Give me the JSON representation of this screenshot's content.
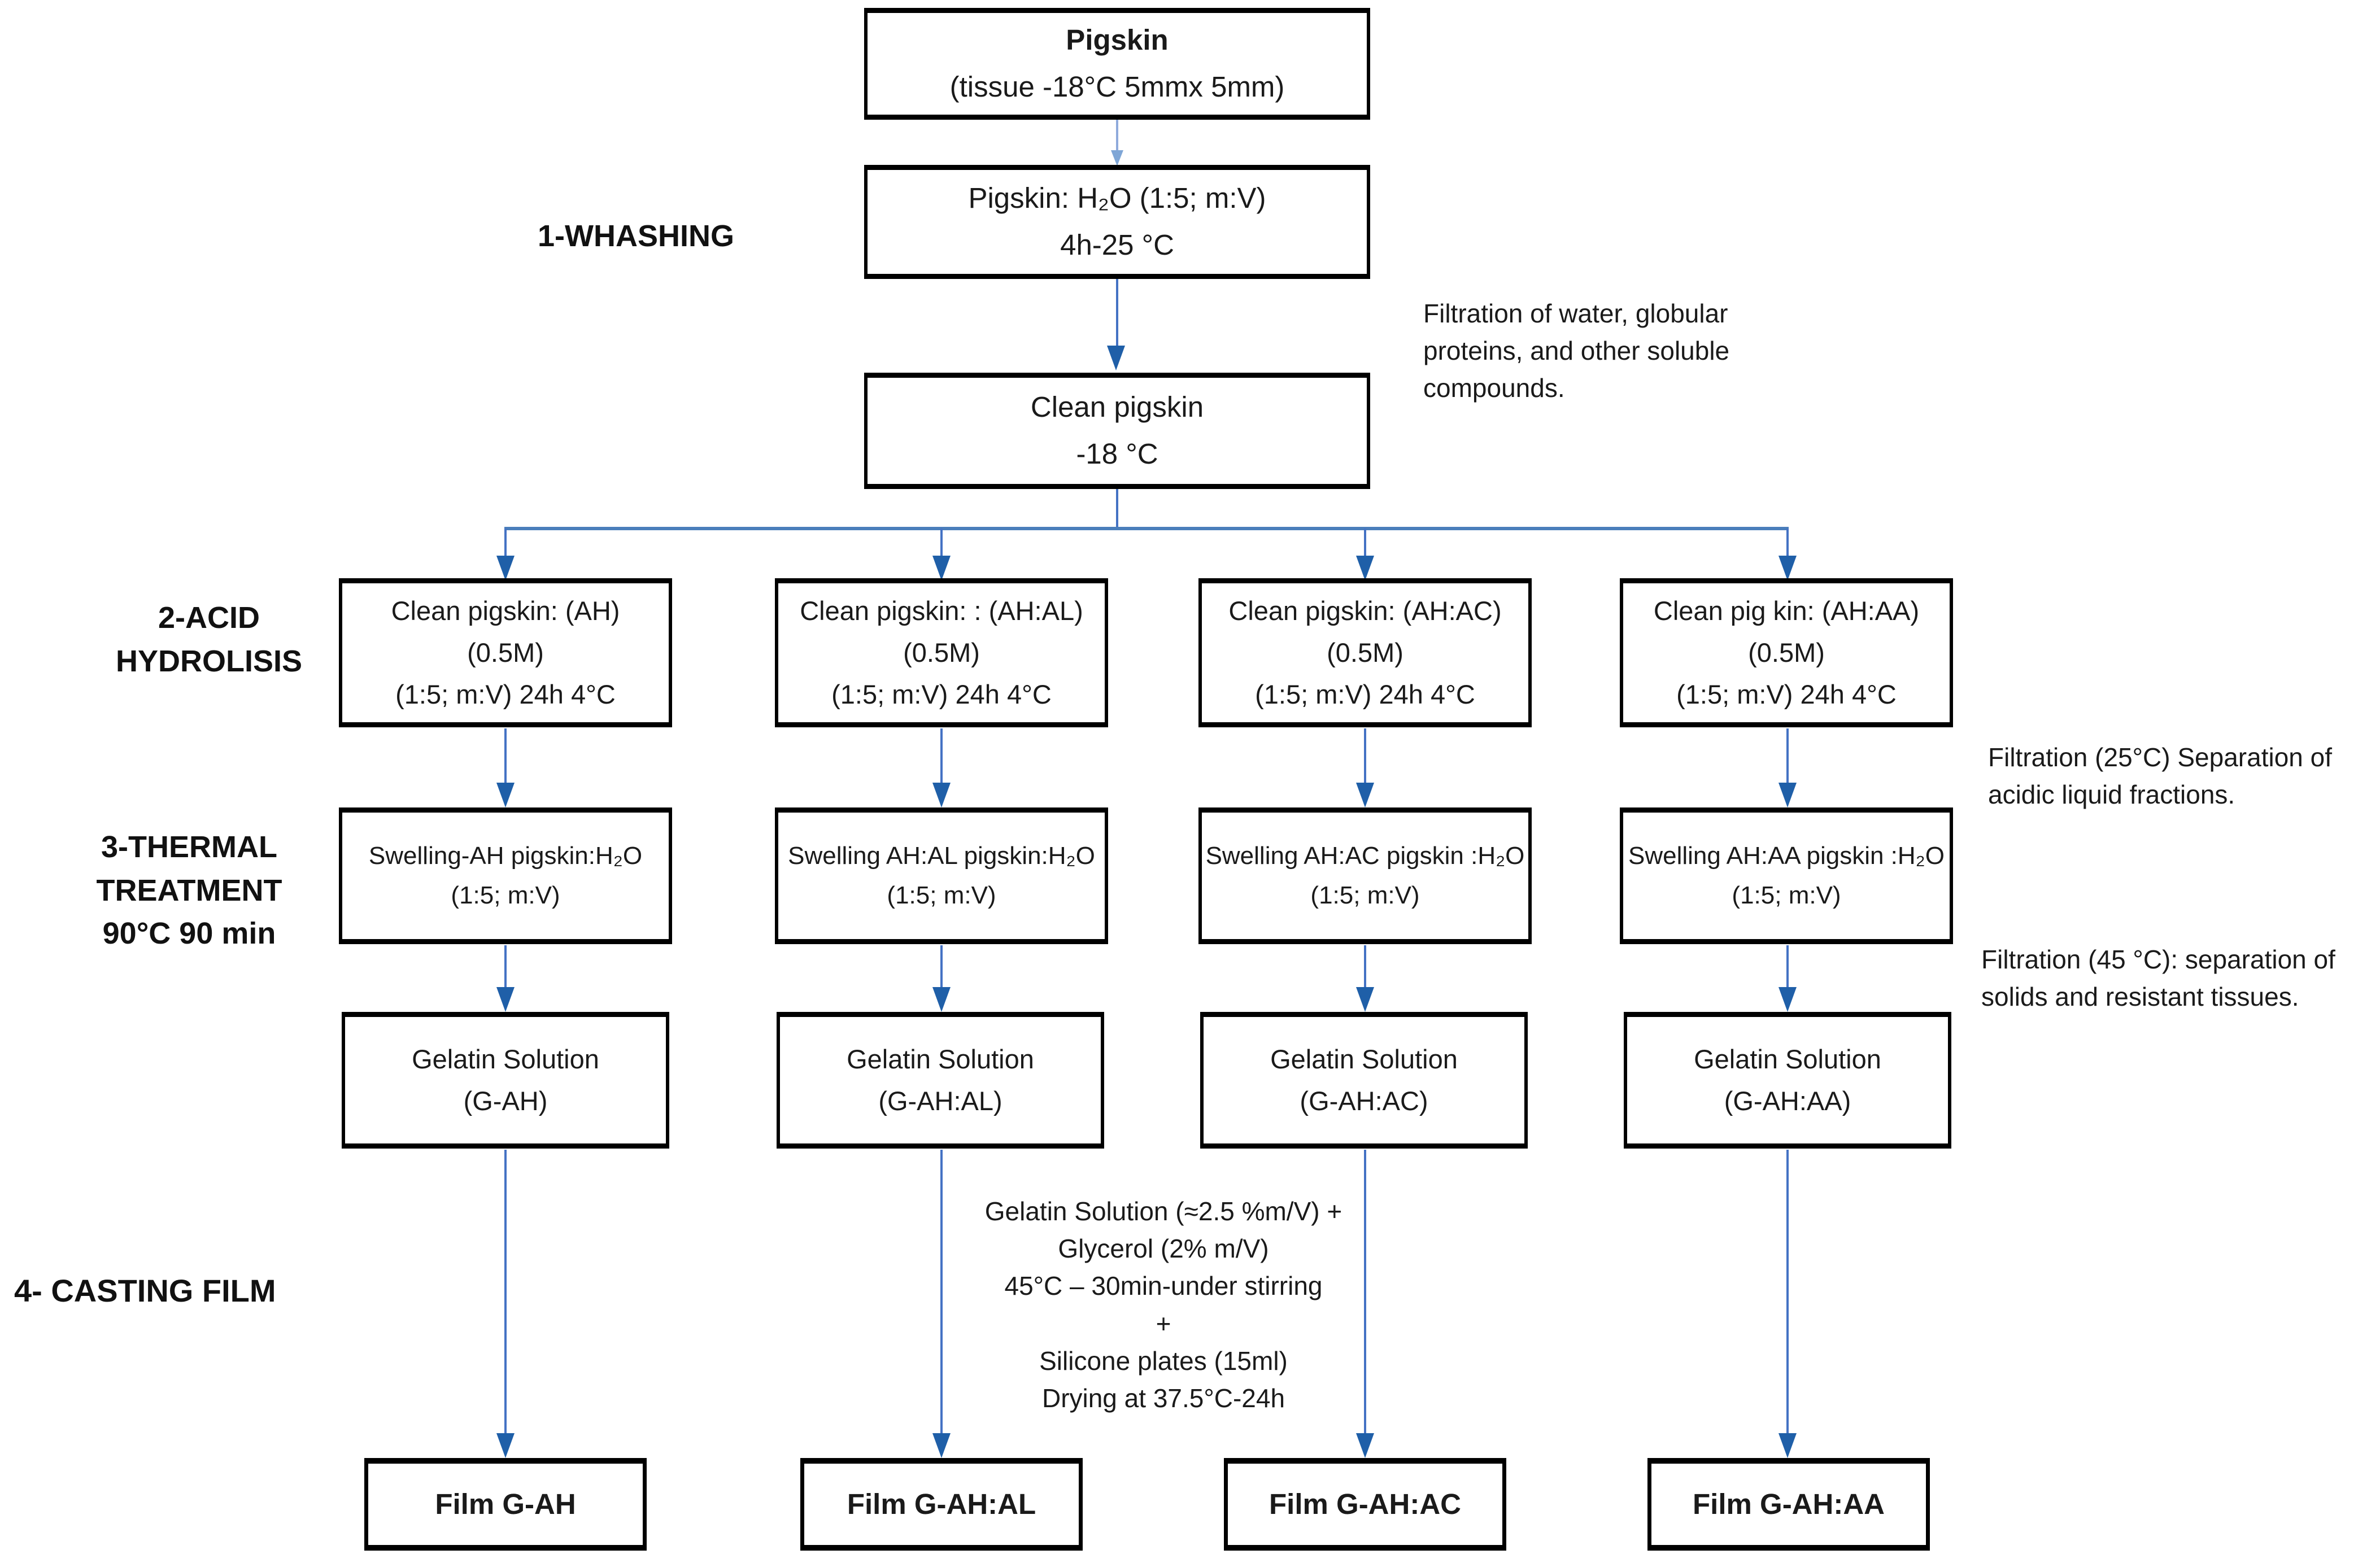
{
  "diagram": {
    "top_chain": {
      "pigskin_title": "Pigskin",
      "pigskin_subtitle": "(tissue -18°C 5mmx 5mm)",
      "washing_line1": "Pigskin: H₂O (1:5; m:V)",
      "washing_line2": "4h-25 °C",
      "clean_line1": "Clean pigskin",
      "clean_line2": "-18 °C"
    },
    "stage_labels": {
      "stage1": "1-WHASHING",
      "stage2": "2-ACID\nHYDROLISIS",
      "stage3": "3-THERMAL\nTREATMENT\n90°C 90 min",
      "stage4": "4- CASTING FILM"
    },
    "side_notes": {
      "washing_filtration": "Filtration of water, globular\nproteins, and other soluble\ncompounds.",
      "acid_filtration": "Filtration (25°C) Separation of\nacidic liquid fractions.",
      "thermal_filtration": "Filtration (45 °C): separation of\nsolids and resistant tissues."
    },
    "casting_note": "Gelatin Solution (≈2.5 %m/V) +\nGlycerol (2% m/V)\n45°C – 30min-under stirring\n+\nSilicone plates (15ml)\nDrying at 37.5°C-24h",
    "columns": [
      {
        "acid": [
          "Clean pigskin: (AH)",
          "(0.5M)",
          "(1:5; m:V) 24h 4°C"
        ],
        "swelling": [
          "Swelling-AH pigskin:H₂O",
          "(1:5; m:V)"
        ],
        "gelatin": [
          "Gelatin Solution",
          "(G-AH)"
        ],
        "film": "Film G-AH"
      },
      {
        "acid": [
          "Clean pigskin: : (AH:AL)",
          "(0.5M)",
          "(1:5; m:V) 24h 4°C"
        ],
        "swelling": [
          "Swelling AH:AL pigskin:H₂O",
          "(1:5; m:V)"
        ],
        "gelatin": [
          "Gelatin Solution",
          "(G-AH:AL)"
        ],
        "film": "Film G-AH:AL"
      },
      {
        "acid": [
          "Clean pigskin: (AH:AC)",
          "(0.5M)",
          "(1:5; m:V) 24h 4°C"
        ],
        "swelling": [
          "Swelling AH:AC pigskin :H₂O",
          "(1:5; m:V)"
        ],
        "gelatin": [
          "Gelatin Solution",
          "(G-AH:AC)"
        ],
        "film": "Film G-AH:AC"
      },
      {
        "acid": [
          "Clean pig kin: (AH:AA)",
          "(0.5M)",
          "(1:5; m:V) 24h 4°C"
        ],
        "swelling": [
          "Swelling AH:AA pigskin :H₂O",
          "(1:5; m:V)"
        ],
        "gelatin": [
          "Gelatin Solution",
          "(G-AH:AA)"
        ],
        "film": "Film G-AH:AA"
      }
    ],
    "colors": {
      "box_border": "#000000",
      "arrow_line": "#4472C4",
      "arrow_line_light": "#8FAADC",
      "arrow_head": "#1F5FA8",
      "text": "#1A1A1A",
      "background": "#FFFFFF"
    }
  }
}
